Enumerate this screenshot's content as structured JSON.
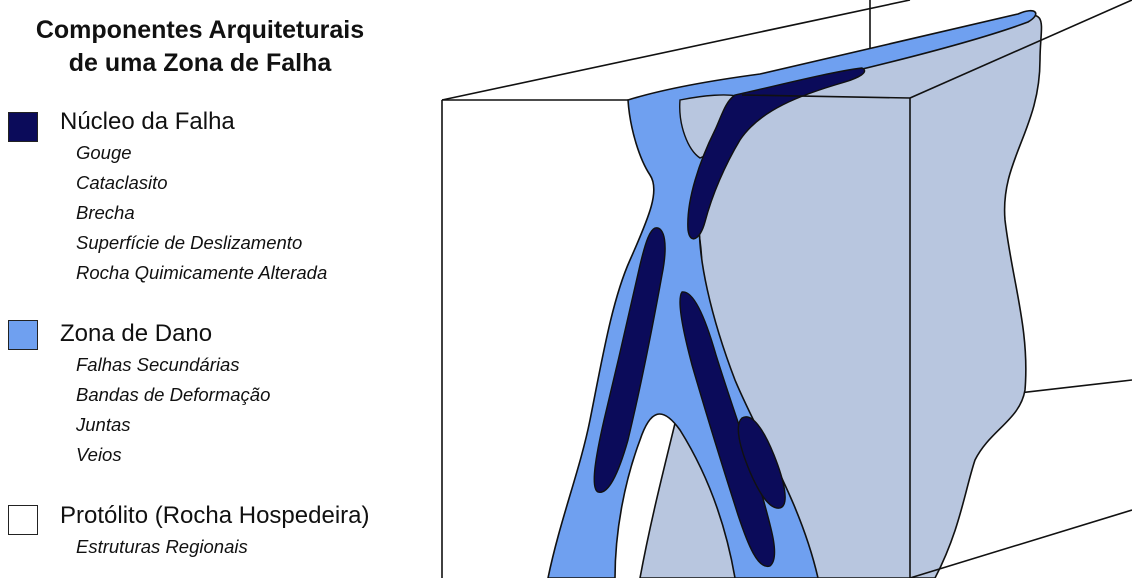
{
  "title_line1": "Componentes Arquiteturais",
  "title_line2": "de uma Zona de Falha",
  "colors": {
    "core": "#0b0b5a",
    "damage": "#6fa0f0",
    "protolith_face": "#b8c6df",
    "outline": "#111111"
  },
  "legend": [
    {
      "label": "Núcleo da Falha",
      "color": "#0b0b5a",
      "items": [
        "Gouge",
        "Cataclasito",
        "Brecha",
        "Superfície de Deslizamento",
        "Rocha Quimicamente Alterada"
      ]
    },
    {
      "label": "Zona de Dano",
      "color": "#6fa0f0",
      "items": [
        "Falhas Secundárias",
        "Bandas de Deformação",
        "Juntas",
        "Veios"
      ]
    },
    {
      "label": "Protólito (Rocha Hospedeira)",
      "color": "#ffffff",
      "items": [
        "Estruturas Regionais"
      ]
    }
  ]
}
